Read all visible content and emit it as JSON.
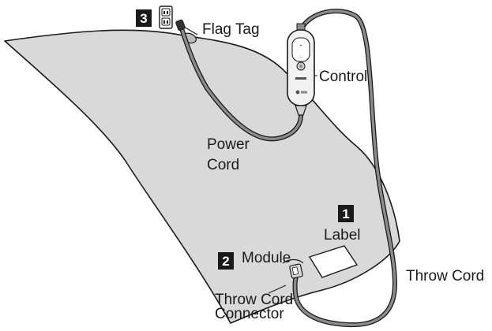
{
  "labels": {
    "flag_tag": "Flag Tag",
    "control": "Control",
    "power_cord_line1": "Power",
    "power_cord_line2": "Cord",
    "label": "Label",
    "module": "Module",
    "throw_cord": "Throw Cord",
    "connector_line1": "Throw Cord",
    "connector_line2": "Connector"
  },
  "badges": {
    "label_step": "1",
    "module_step": "2",
    "outlet_step": "3"
  },
  "colors": {
    "blanket_fill": "#d9d9d9",
    "outline": "#1a1a1a",
    "cord_fill": "#8c8c8c",
    "badge_fill": "#1a1a1a",
    "paper_white": "#ffffff"
  },
  "icons": {
    "outlet": "wall-outlet-icon",
    "control": "handheld-controller-icon"
  }
}
